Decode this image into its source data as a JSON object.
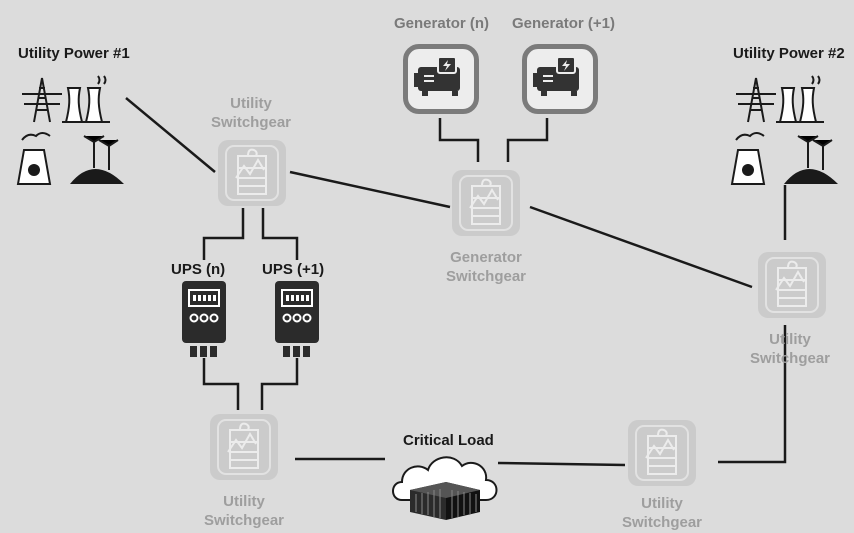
{
  "sources": {
    "utility_power_1": "Utility Power #1",
    "utility_power_2": "Utility Power #2",
    "generator_n": "Generator (n)",
    "generator_plus1": "Generator (+1)"
  },
  "switchgear": {
    "top_left_line1": "Utility",
    "top_left_line2": "Switchgear",
    "generator_line1": "Generator",
    "generator_line2": "Switchgear",
    "right_line1": "Utility",
    "right_line2": "Switchgear",
    "bottom_left_line1": "Utility",
    "bottom_left_line2": "Switchgear",
    "bottom_right_line1": "Utility",
    "bottom_right_line2": "Switchgear"
  },
  "ups": {
    "ups_n": "UPS (n)",
    "ups_plus1": "UPS (+1)"
  },
  "critical_load": "Critical Load",
  "colors": {
    "background": "#dcdcdc",
    "switchgear_fill": "#cbcbcb",
    "connector": "#1a1a1a",
    "grey_label": "#9e9e9e"
  },
  "icons": [
    "power-plant-icon",
    "switchgear-icon",
    "generator-icon",
    "ups-icon",
    "data-center-cloud-icon"
  ]
}
